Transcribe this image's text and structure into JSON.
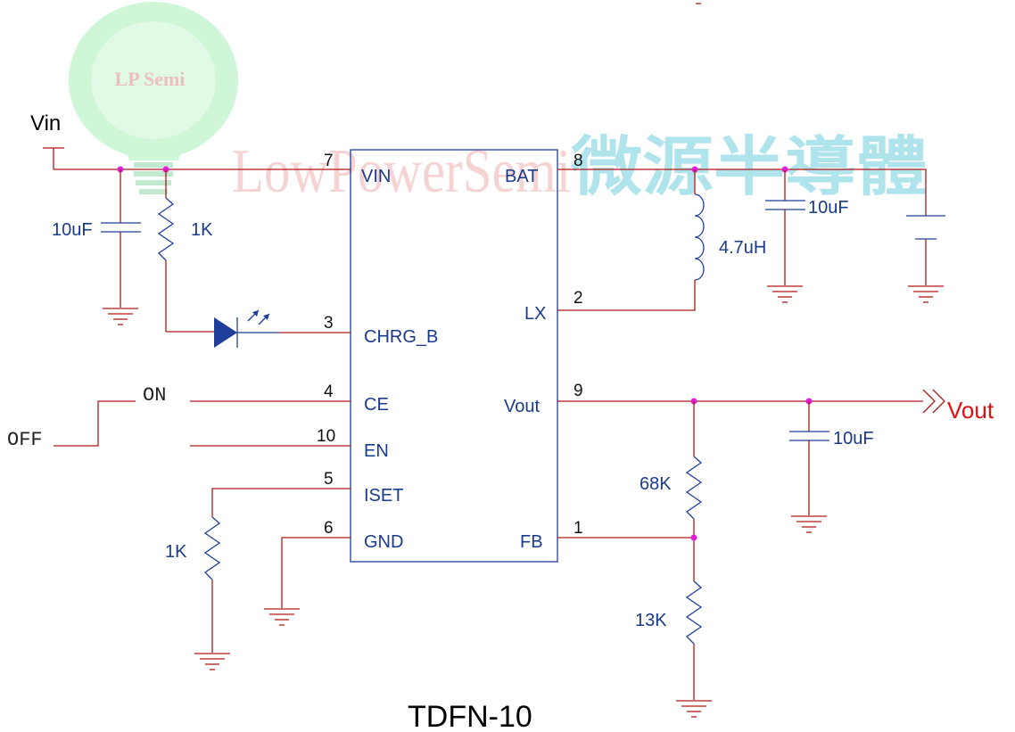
{
  "watermark": {
    "logo_text": "LP Semi",
    "brand_text": "LowPowerSemi",
    "chinese_text": "微源半導體"
  },
  "chip": {
    "left_pins": [
      {
        "number": "7",
        "name": "VIN"
      },
      {
        "number": "3",
        "name": "CHRG_B"
      },
      {
        "number": "4",
        "name": "CE"
      },
      {
        "number": "10",
        "name": "EN"
      },
      {
        "number": "5",
        "name": "ISET"
      },
      {
        "number": "6",
        "name": "GND"
      }
    ],
    "right_pins": [
      {
        "number": "8",
        "name": "BAT"
      },
      {
        "number": "2",
        "name": "LX"
      },
      {
        "number": "9",
        "name": "Vout"
      },
      {
        "number": "1",
        "name": "FB"
      }
    ],
    "package": "TDFN-10"
  },
  "labels": {
    "vin": "Vin",
    "vout": "Vout",
    "on": "ON",
    "off": "OFF"
  },
  "components": {
    "cin": "10uF",
    "r_led": "1K",
    "inductor": "4.7uH",
    "cbat": "10uF",
    "cout": "10uF",
    "r_iset": "1K",
    "r_top": "68K",
    "r_bottom": "13K"
  },
  "colors": {
    "wire": "#b01818",
    "component": "#1f3f9a",
    "junction": "#e020d8",
    "watermark_green": "#5ee08a",
    "watermark_cyan": "#7ad4dc",
    "vout_label": "#e01010"
  }
}
